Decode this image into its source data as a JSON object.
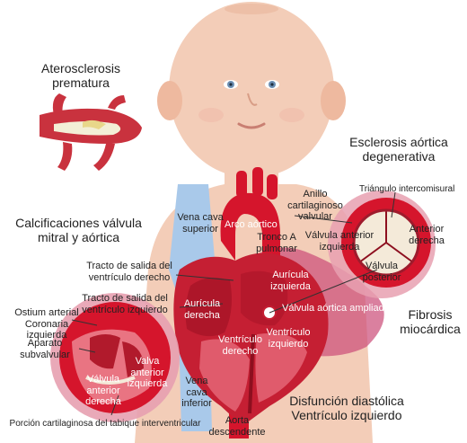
{
  "colors": {
    "skin": "#f3cdb8",
    "skin_shade": "#e9b69c",
    "vein_blue": "#a9c9ea",
    "artery_red": "#d5152c",
    "heart_red": "#c51f33",
    "muscle": "#e05b6c",
    "pink_overlay": "#cc4f7a",
    "valve_cream": "#f4ead9"
  },
  "headings": {
    "atherosclerosis": "Aterosclerosis prematura",
    "degenerative_sclerosis": "Esclerosis aórtica degenerativa",
    "calcifications": "Calcificaciones válvula mitral y aórtica",
    "fibrosis": "Fibrosis miocárdica",
    "dysfunction": "Disfunción diastólica Ventrículo izquierdo"
  },
  "labels": {
    "vena_cava_superior": "Vena cava superior",
    "arco_aortico": "Arco aórtico",
    "anillo": "Anillo cartilaginoso valvular",
    "triangulo": "Triángulo intercomisural",
    "tronco": "Tronco A pulmonar",
    "valvula_anterior_izquierda_right": "Válvula anterior izquierda",
    "anterior_derecha": "Anterior derecha",
    "valvula_posterior": "Válvula posterior",
    "tracto_derecho": "Tracto de salida del ventrículo derecho",
    "tracto_izquierdo": "Tracto de salida del ventrículo izquierdo",
    "auricula_izquierda": "Aurícula izquierda",
    "auricula_derecha": "Aurícula derecha",
    "valvula_aortica_ampliada": "Válvula aórtica ampliada",
    "ostium": "Ostium arterial Coronaria izquierda",
    "aparato": "Aparato subvalvular",
    "ventriculo_derecho": "Ventrículo derecho",
    "ventriculo_izquierdo": "Ventrículo izquierdo",
    "valvula_anterior_derecha": "Válvula anterior derecha",
    "valva_anterior_izquierda": "Valva anterior izquierda",
    "vena_cava_inferior": "Vena cava inferior",
    "aorta_descendente": "Aorta descendente",
    "porcion": "Porción cartilaginosa del tabique interventricular"
  }
}
